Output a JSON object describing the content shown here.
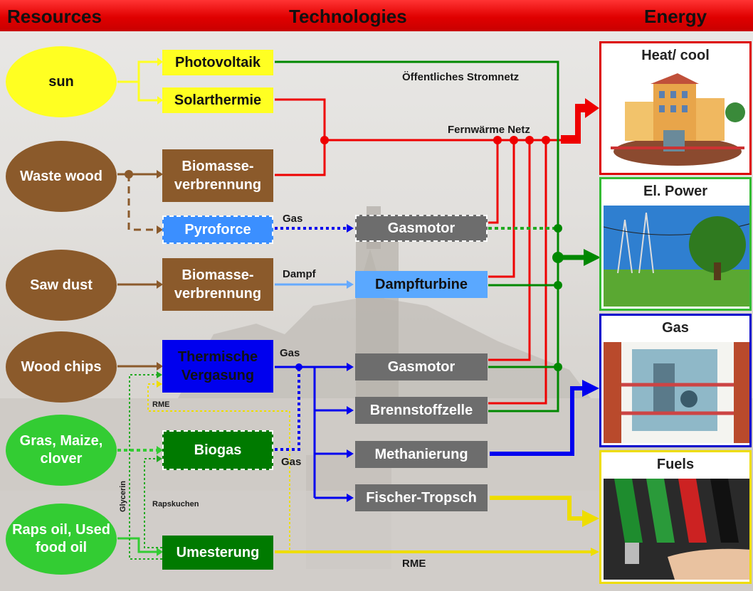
{
  "header": {
    "resources": "Resources",
    "technologies": "Technologies",
    "energy": "Energy"
  },
  "resources": {
    "sun": "sun",
    "waste_wood": "Waste wood",
    "saw_dust": "Saw dust",
    "wood_chips": "Wood chips",
    "gras": "Gras, Maize, clover",
    "raps": "Raps oil, Used food oil"
  },
  "tech": {
    "photovoltaik": "Photovoltaik",
    "solarthermie": "Solarthermie",
    "biomasse1": "Biomasse-verbrennung",
    "pyroforce": "Pyroforce",
    "biomasse2": "Biomasse-verbrennung",
    "thermische": "Thermische Vergasung",
    "biogas": "Biogas",
    "umesterung": "Umesterung",
    "gasmotor1": "Gasmotor",
    "dampfturbine": "Dampfturbine",
    "gasmotor2": "Gasmotor",
    "brennstoffzelle": "Brennstoffzelle",
    "methanierung": "Methanierung",
    "fischer": "Fischer-Tropsch"
  },
  "labels": {
    "stromnetz": "Öffentliches Stromnetz",
    "fernwaerme": "Fernwärme Netz",
    "gas_pyro": "Gas",
    "dampf": "Dampf",
    "gas_therm": "Gas",
    "gas_biogas": "Gas",
    "rme_small": "RME",
    "glycerin": "Glycerin",
    "rapskuchen": "Rapskuchen",
    "rme_bottom": "RME"
  },
  "energy": {
    "heat": "Heat/ cool",
    "power": "El. Power",
    "gas": "Gas",
    "fuels": "Fuels"
  },
  "colors": {
    "header": "#e00000",
    "sun": "#ffff22",
    "wood": "#8b5a2b",
    "plant": "#33cc33",
    "heat_line": "#ee0000",
    "power_line": "#008800",
    "gas_line": "#0000ee",
    "fuel_line": "#eedd00",
    "steam_line": "#66aaff",
    "heat_panel": "#dd0000",
    "power_panel": "#33bb33",
    "gas_panel": "#0000cc",
    "fuels_panel": "#eedd00"
  }
}
